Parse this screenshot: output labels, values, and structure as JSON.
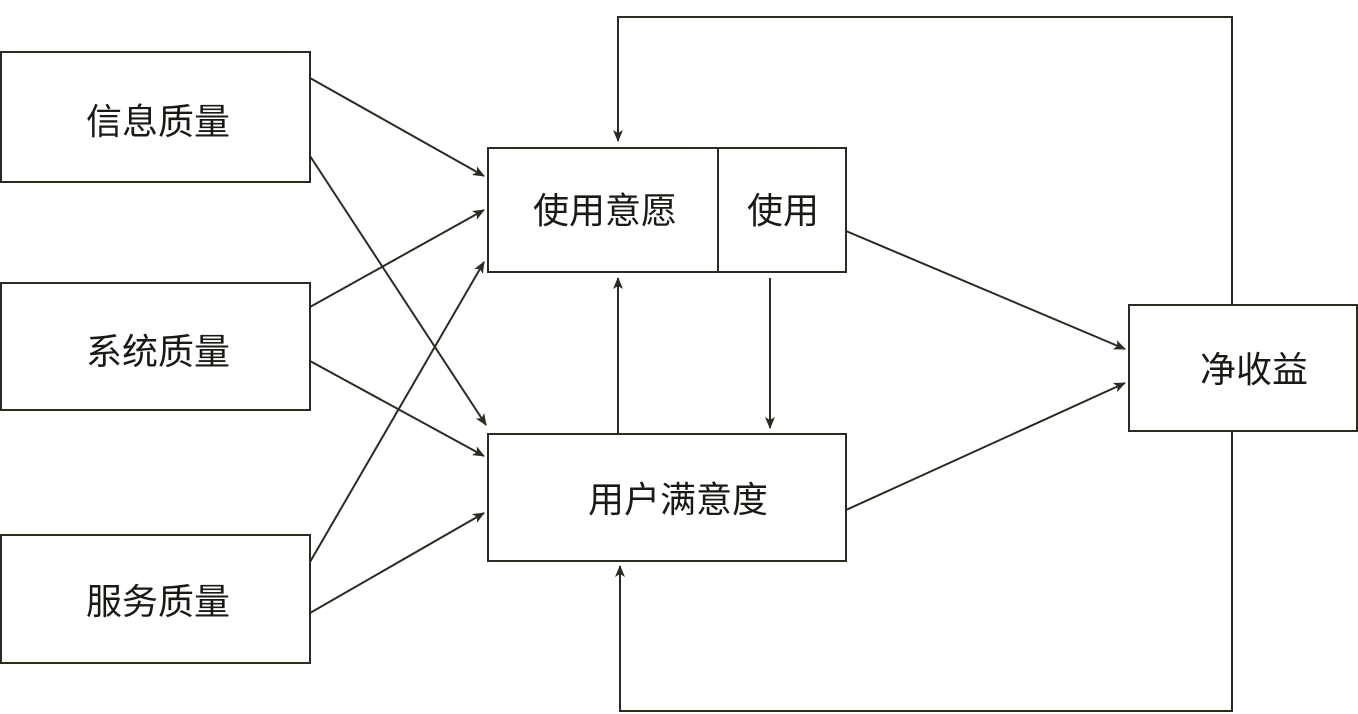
{
  "nodes": {
    "info_quality": "信息质量",
    "system_quality": "系统质量",
    "service_quality": "服务质量",
    "intention_to_use": "使用意愿",
    "use": "使用",
    "user_satisfaction": "用户满意度",
    "net_benefits": "净收益"
  },
  "colors": {
    "stroke": "#2b2b22",
    "text": "#1a1a14",
    "background": "#ffffff"
  }
}
